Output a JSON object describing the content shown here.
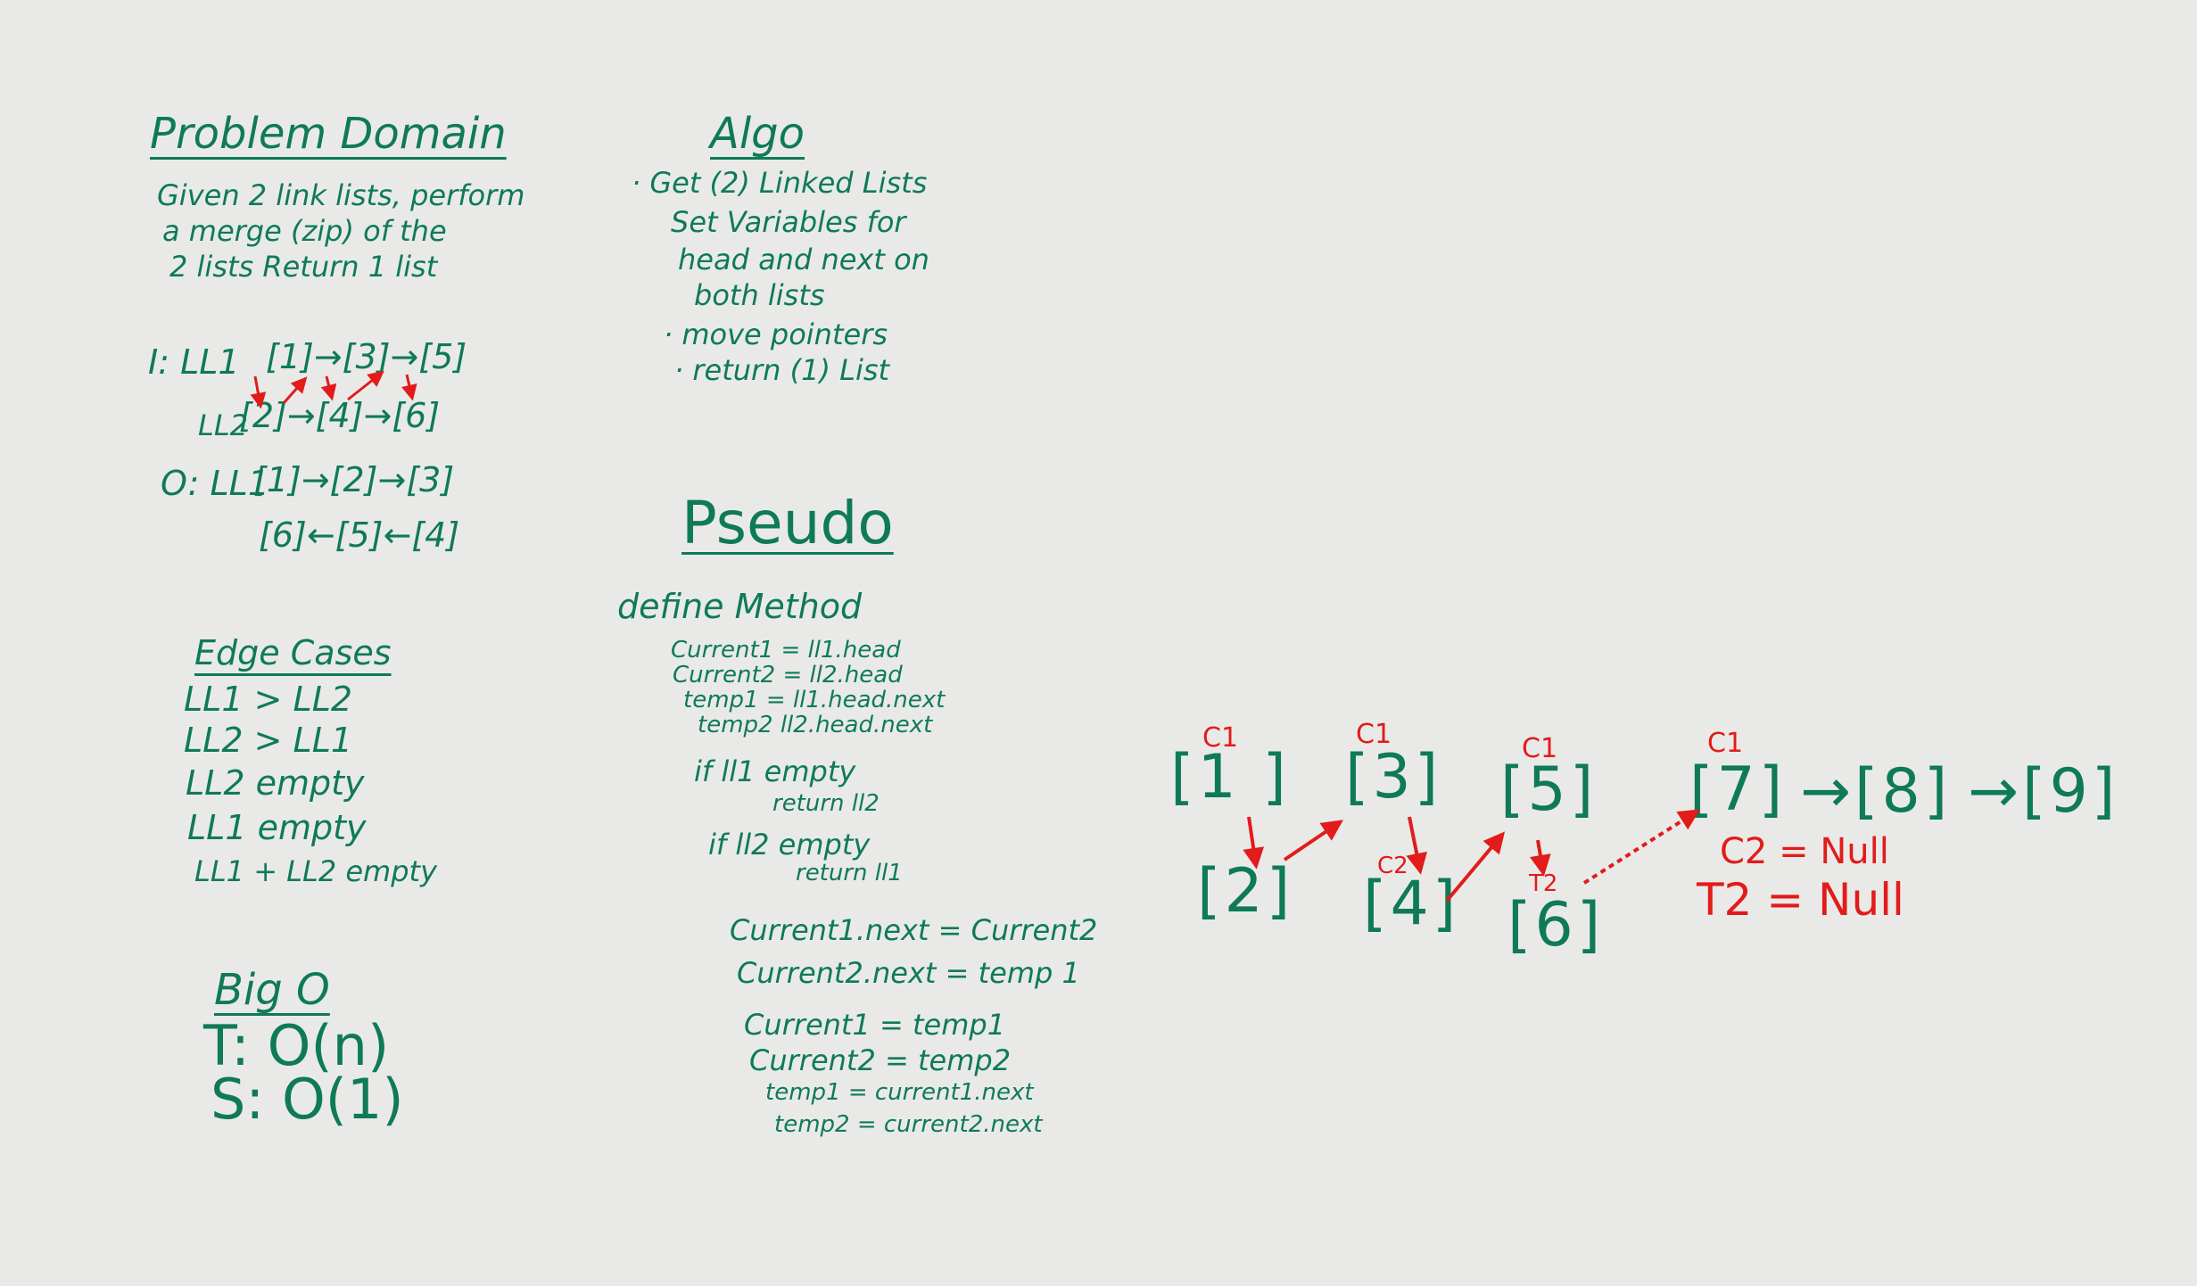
{
  "problem_domain": {
    "title": "Problem Domain",
    "lines": [
      "Given 2 link lists, perform",
      "a merge (zip) of the",
      "2 lists Return 1 list"
    ]
  },
  "io_example": {
    "input_label": "I: LL1",
    "ll1": "[1]→[3]→[5]",
    "ll2_label": "LL2",
    "ll2": "[2]→[4]→[6]",
    "output_label": "O: LL1",
    "out_row1": "[1]→[2]→[3]",
    "out_row2": "[6]←[5]←[4]"
  },
  "edge_cases": {
    "title": "Edge Cases",
    "items": [
      "LL1 > LL2",
      "LL2 > LL1",
      "LL2 empty",
      "LL1   empty",
      "LL1 + LL2 empty"
    ]
  },
  "big_o": {
    "title": "Big O",
    "time": "T: O(n)",
    "space": "S: O(1)"
  },
  "algo": {
    "title": "Algo",
    "items": [
      "· Get (2) Linked Lists",
      "Set Variables for",
      "head and next on",
      "both lists",
      "· move pointers",
      "· return (1) List"
    ]
  },
  "pseudo": {
    "title": "Pseudo",
    "define": "define Method",
    "vars": [
      "Current1 = ll1.head",
      "Current2 = ll2.head",
      "temp1  = ll1.head.next",
      "temp2  ll2.head.next"
    ],
    "if1": "if  ll1 empty",
    "ret1": "return ll2",
    "if2": "if  ll2 empty",
    "ret2": "return ll1",
    "loop": [
      "Current1.next = Current2",
      "Current2.next = temp 1",
      "Current1 = temp1",
      "Current2 = temp2",
      "temp1 = current1.next",
      "temp2 = current2.next"
    ]
  },
  "diagram": {
    "top_nodes": [
      "[1 ]",
      "[3]",
      "[5]",
      "[7]",
      "→[8]",
      "→[9]"
    ],
    "bottom_nodes": [
      "[2]",
      "[4]",
      "[6]"
    ],
    "labels": [
      "C1",
      "C1",
      "C1",
      "C1"
    ],
    "c2_label": "C2",
    "t2_label": "T2",
    "null_top": "C2 = Null",
    "null_bottom": "T2 = Null"
  },
  "colors": {
    "ink_green": "#0f7a58",
    "ink_red": "#e21b1b",
    "board": "#e9eae7"
  }
}
